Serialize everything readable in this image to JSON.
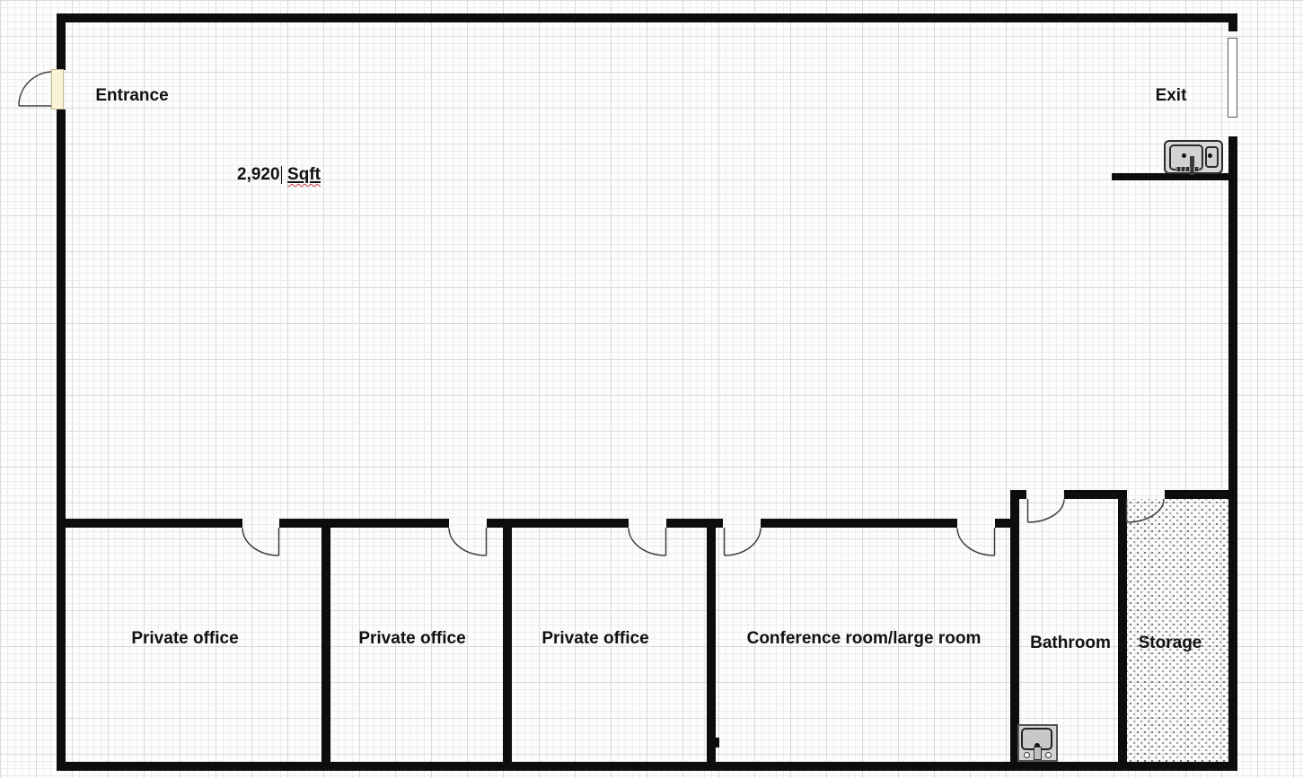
{
  "colors": {
    "wall": "#0d0d0d",
    "background": "#fdfdfd",
    "grid_minor": "#ededed",
    "grid_major": "#d9d9d9",
    "entrance_door_fill": "#faf3da",
    "fixture_fill": "#d8d8d8",
    "spellcheck_underline": "#cc3b3b"
  },
  "labels": {
    "entrance": "Entrance",
    "exit": "Exit",
    "area_value": "2,920",
    "area_unit": "Sqft"
  },
  "rooms": [
    {
      "id": "private-office-1",
      "label": "Private office"
    },
    {
      "id": "private-office-2",
      "label": "Private office"
    },
    {
      "id": "private-office-3",
      "label": "Private office"
    },
    {
      "id": "conference-room",
      "label": "Conference room/large room"
    },
    {
      "id": "bathroom",
      "label": "Bathroom"
    },
    {
      "id": "storage",
      "label": "Storage"
    }
  ],
  "icons": {
    "sink": "double-sink-icon",
    "toilet": "toilet-icon"
  }
}
